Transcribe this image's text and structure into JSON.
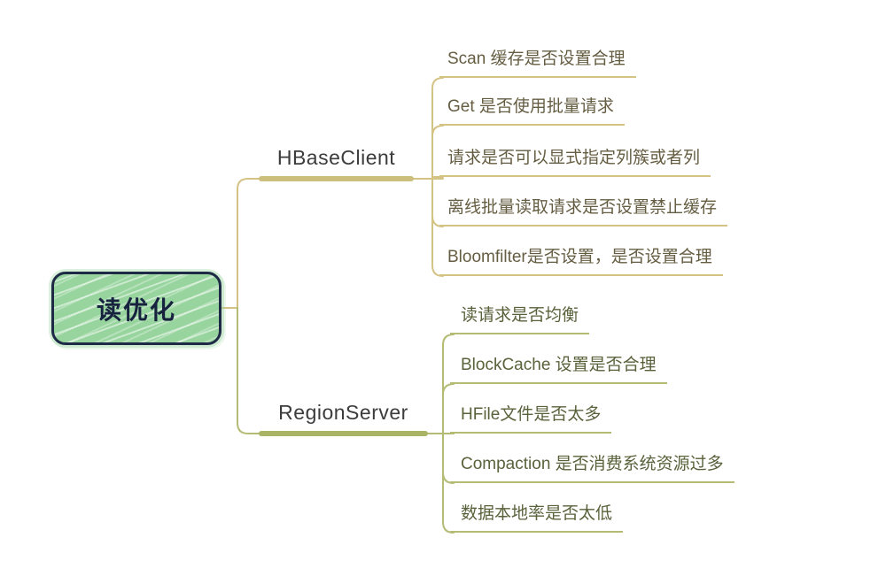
{
  "mindmap": {
    "background_color": "#ffffff",
    "root": {
      "label": "读优化",
      "fill_color": "#97d49e",
      "border_color": "#1f2a46",
      "text_color": "#17223e"
    },
    "branches": [
      {
        "label": "HBaseClient",
        "line_color": "#d5c386",
        "underline_color": "#ccbe7c",
        "text_color": "#655d42",
        "children": [
          "Scan 缓存是否设置合理",
          "Get 是否使用批量请求",
          "请求是否可以显式指定列簇或者列",
          "离线批量读取请求是否设置禁止缓存",
          "Bloomfilter是否设置，是否设置合理"
        ]
      },
      {
        "label": "RegionServer",
        "line_color": "#b4bb74",
        "underline_color": "#aab465",
        "text_color": "#59623b",
        "children": [
          "读请求是否均衡",
          "BlockCache 设置是否合理",
          "HFile文件是否太多",
          "Compaction 是否消费系统资源过多",
          "数据本地率是否太低"
        ]
      }
    ]
  }
}
